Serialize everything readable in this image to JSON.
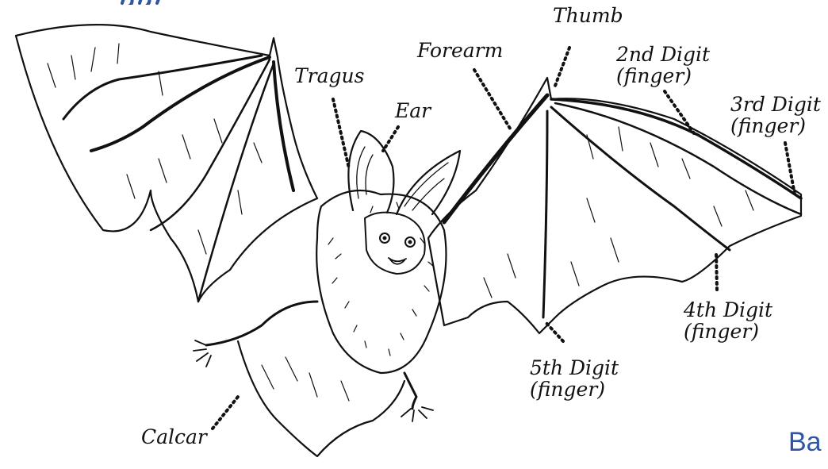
{
  "labels": {
    "thumb": "Thumb",
    "forearm": "Forearm",
    "tragus": "Tragus",
    "ear": "Ear",
    "digit2_line1": "2nd Digit",
    "digit2_line2": "(finger)",
    "digit3_line1": "3rd Digit",
    "digit3_line2": "(finger)",
    "digit4_line1": "4th Digit",
    "digit4_line2": "(finger)",
    "digit5_line1": "5th Digit",
    "digit5_line2": "(finger)",
    "calcar": "Calcar"
  },
  "cropped_text": {
    "bottom_right": "Ba"
  },
  "colors": {
    "ink": "#111111",
    "accent_blue": "#2f55a4",
    "background": "#ffffff"
  }
}
